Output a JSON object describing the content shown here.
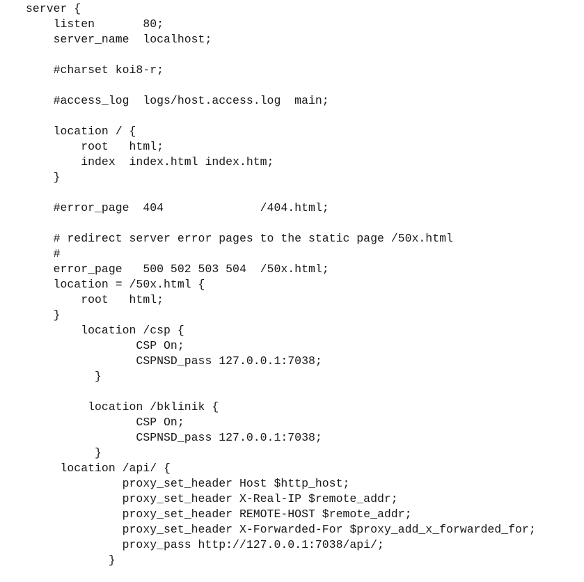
{
  "code": {
    "lines": [
      "server {",
      "    listen       80;",
      "    server_name  localhost;",
      "",
      "    #charset koi8-r;",
      "",
      "    #access_log  logs/host.access.log  main;",
      "",
      "    location / {",
      "        root   html;",
      "        index  index.html index.htm;",
      "    }",
      "",
      "    #error_page  404              /404.html;",
      "",
      "    # redirect server error pages to the static page /50x.html",
      "    #",
      "    error_page   500 502 503 504  /50x.html;",
      "    location = /50x.html {",
      "        root   html;",
      "    }",
      "        location /csp {",
      "                CSP On;",
      "                CSPNSD_pass 127.0.0.1:7038;",
      "          }",
      "",
      "         location /bklinik {",
      "                CSP On;",
      "                CSPNSD_pass 127.0.0.1:7038;",
      "          }",
      "     location /api/ {",
      "              proxy_set_header Host $http_host;",
      "              proxy_set_header X-Real-IP $remote_addr;",
      "              proxy_set_header REMOTE-HOST $remote_addr;",
      "              proxy_set_header X-Forwarded-For $proxy_add_x_forwarded_for;",
      "              proxy_pass http://127.0.0.1:7038/api/;",
      "            }"
    ]
  }
}
